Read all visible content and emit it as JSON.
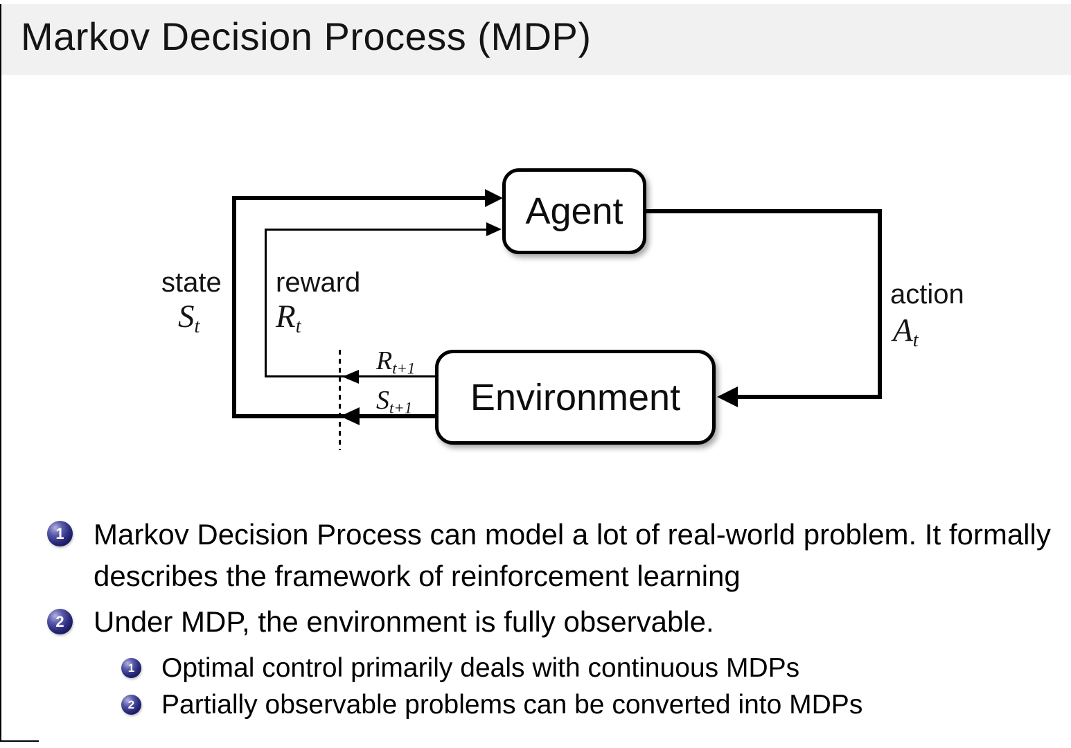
{
  "title": "Markov Decision Process (MDP)",
  "diagram": {
    "agent_label": "Agent",
    "environment_label": "Environment",
    "state_label": "state",
    "state_symbol": {
      "base": "S",
      "sub": "t"
    },
    "reward_label": "reward",
    "reward_symbol": {
      "base": "R",
      "sub": "t"
    },
    "action_label": "action",
    "action_symbol": {
      "base": "A",
      "sub": "t"
    },
    "next_reward_symbol": {
      "base": "R",
      "sub": "t+1"
    },
    "next_state_symbol": {
      "base": "S",
      "sub": "t+1"
    }
  },
  "bullets": [
    {
      "number": "1",
      "text": "Markov Decision Process can model a lot of real-world problem. It formally describes the framework of reinforcement learning"
    },
    {
      "number": "2",
      "text": "Under MDP, the environment is fully observable.",
      "sub": [
        {
          "number": "1",
          "text": "Optimal control primarily deals with continuous MDPs"
        },
        {
          "number": "2",
          "text": "Partially observable problems can be converted into MDPs"
        }
      ]
    }
  ],
  "colors": {
    "background": "#ffffff",
    "title_band": "#f0f1f0",
    "line_color": "#000000",
    "ball_blue": "#2a2a7c"
  }
}
